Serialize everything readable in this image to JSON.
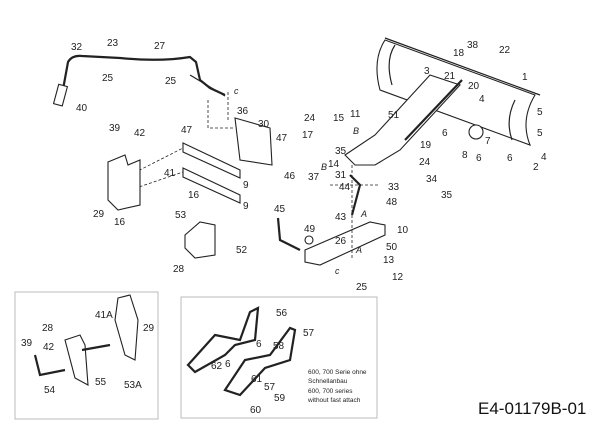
{
  "diagram_code": "E4-01179B-01",
  "callouts": [
    "32",
    "23",
    "27",
    "25",
    "40",
    "25",
    "c",
    "36",
    "30",
    "47",
    "47",
    "39",
    "42",
    "41",
    "16",
    "9",
    "9",
    "46",
    "29",
    "16",
    "53",
    "52",
    "28",
    "45",
    "38",
    "22",
    "18",
    "1",
    "3",
    "21",
    "20",
    "4",
    "5",
    "5",
    "4",
    "2",
    "6",
    "7",
    "8",
    "6",
    "6",
    "19",
    "24",
    "15",
    "11",
    "51",
    "17",
    "35",
    "14",
    "24",
    "37",
    "31",
    "44",
    "33",
    "48",
    "34",
    "35",
    "43",
    "26",
    "10",
    "49",
    "50",
    "13",
    "12",
    "25",
    "B",
    "B",
    "A",
    "A",
    "c"
  ],
  "inset_left": {
    "callouts": [
      "41A",
      "28",
      "29",
      "39",
      "42",
      "55",
      "54",
      "53A"
    ]
  },
  "inset_right": {
    "callouts": [
      "56",
      "57",
      "6",
      "58",
      "62",
      "6",
      "61",
      "57",
      "59",
      "60"
    ],
    "note": [
      "600, 700 Serie ohne",
      "Schnellanbau",
      "600, 700 series",
      "without fast attach"
    ]
  }
}
